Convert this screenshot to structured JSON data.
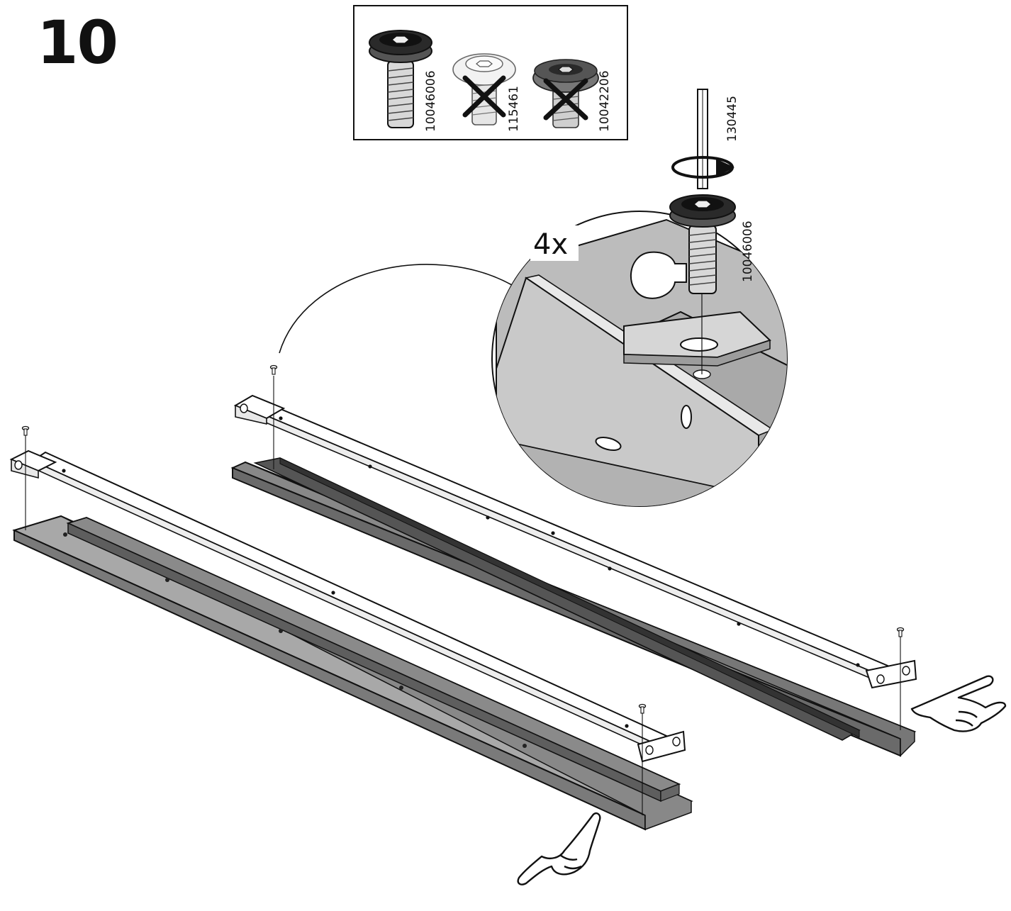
{
  "step": {
    "number": "10"
  },
  "legend": {
    "parts": [
      {
        "code": "10046006",
        "status": "correct",
        "icon": "bolt-correct-icon"
      },
      {
        "code": "115461",
        "status": "incorrect",
        "icon": "bolt-wrong-icon"
      },
      {
        "code": "10042206",
        "status": "incorrect",
        "icon": "bolt-wrong-icon"
      }
    ]
  },
  "callout": {
    "quantity": "4x",
    "tool_code": "130445",
    "bolt_code": "10046006"
  },
  "colors": {
    "ink": "#111111",
    "rail_fill": "#9a9a9a",
    "rail_top": "#c4c4c4",
    "detail_fill": "#bdbdbd"
  },
  "icons": [
    "hex-key-icon",
    "rotate-arrow-icon",
    "pointing-hand-icon",
    "cross-icon"
  ]
}
